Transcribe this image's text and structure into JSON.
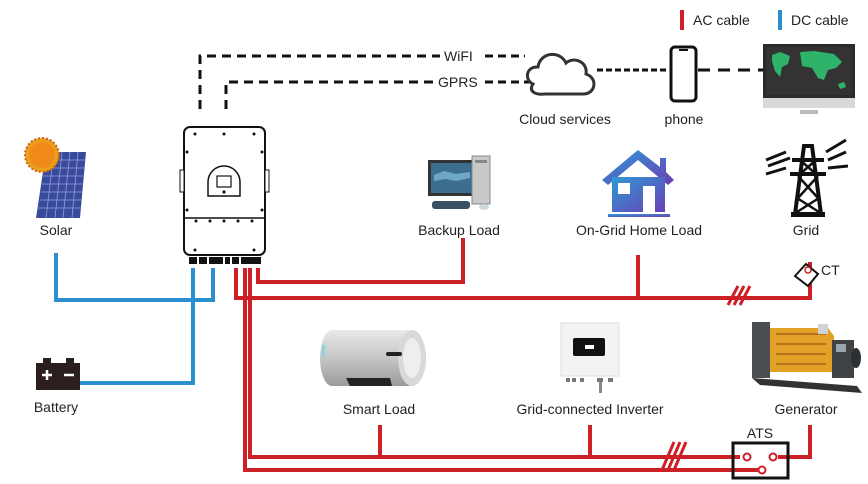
{
  "legend": {
    "ac": {
      "label": "AC cable",
      "color": "#cc1f26"
    },
    "dc": {
      "label": "DC cable",
      "color": "#2a90d0"
    }
  },
  "comms": {
    "wifi_label": "WiFI",
    "gprs_label": "GPRS"
  },
  "nodes": {
    "cloud": {
      "label": "Cloud services",
      "icon": "cloud-icon"
    },
    "phone": {
      "label": "phone",
      "icon": "smartphone-icon"
    },
    "monitor": {
      "label": "",
      "icon": "desktop-monitor-icon"
    },
    "solar": {
      "label": "Solar",
      "icon": "solar-panel-icon"
    },
    "inverter": {
      "label": "",
      "icon": "hybrid-inverter-icon"
    },
    "backup_load": {
      "label": "Backup Load",
      "icon": "desktop-computer-icon"
    },
    "home_load": {
      "label": "On-Grid Home Load",
      "icon": "house-icon"
    },
    "grid": {
      "label": "Grid",
      "icon": "power-pylon-icon"
    },
    "ct": {
      "label": "CT",
      "icon": "current-transformer-icon"
    },
    "battery": {
      "label": "Battery",
      "icon": "battery-icon"
    },
    "smart_load": {
      "label": "Smart Load",
      "icon": "water-heater-icon"
    },
    "grid_inverter": {
      "label": "Grid-connected Inverter",
      "icon": "string-inverter-icon"
    },
    "generator": {
      "label": "Generator",
      "icon": "generator-icon"
    },
    "ats": {
      "label": "ATS",
      "icon": "ats-switch-icon"
    }
  }
}
